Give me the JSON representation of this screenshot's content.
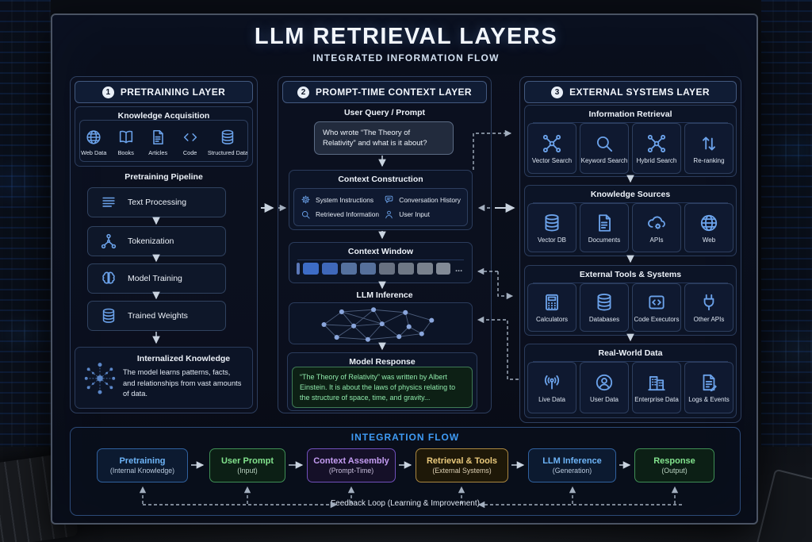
{
  "title": "LLM RETRIEVAL LAYERS",
  "subtitle": "INTEGRATED INFORMATION FLOW",
  "colors": {
    "accent_blue": "#3f9bf5",
    "icon_blue": "#6ba2ea",
    "response_green": "#8fe9ab"
  },
  "pretraining_layer": {
    "badge": "1",
    "title": "PRETRAINING LAYER",
    "knowledge_acquisition": {
      "title": "Knowledge Acquisition",
      "items": [
        {
          "icon": "globe",
          "label": "Web Data"
        },
        {
          "icon": "book",
          "label": "Books"
        },
        {
          "icon": "article",
          "label": "Articles"
        },
        {
          "icon": "code",
          "label": "Code"
        },
        {
          "icon": "database",
          "label": "Structured Data"
        }
      ]
    },
    "pipeline": {
      "title": "Pretraining Pipeline",
      "steps": [
        {
          "icon": "textlines",
          "label": "Text Processing"
        },
        {
          "icon": "tokenize",
          "label": "Tokenization"
        },
        {
          "icon": "brain",
          "label": "Model Training"
        },
        {
          "icon": "database",
          "label": "Trained Weights"
        }
      ]
    },
    "internalized_knowledge": {
      "title": "Internalized Knowledge",
      "description": "The model learns patterns, facts, and relationships from vast amounts of data."
    }
  },
  "prompt_layer": {
    "badge": "2",
    "title": "PROMPT-TIME CONTEXT LAYER",
    "user_query": {
      "title": "User Query / Prompt",
      "text": "Who wrote “The Theory of Relativity” and what is it about?"
    },
    "context_construction": {
      "title": "Context Construction",
      "items": [
        {
          "icon": "gear",
          "label": "System Instructions"
        },
        {
          "icon": "chat",
          "label": "Conversation History"
        },
        {
          "icon": "magnifier",
          "label": "Retrieved Information"
        },
        {
          "icon": "person",
          "label": "User Input"
        }
      ]
    },
    "context_window": {
      "title": "Context Window",
      "ellipsis": "...",
      "tokens": [
        {
          "w": 4,
          "color": "#5b78b8"
        },
        {
          "w": 20,
          "color": "#3d6cc6"
        },
        {
          "w": 20,
          "color": "#3f68ba"
        },
        {
          "w": 20,
          "color": "#55719e"
        },
        {
          "w": 20,
          "color": "#56709b"
        },
        {
          "w": 20,
          "color": "#687181"
        },
        {
          "w": 20,
          "color": "#6f7885"
        },
        {
          "w": 20,
          "color": "#79818d"
        },
        {
          "w": 18,
          "color": "#828a96"
        }
      ]
    },
    "llm_inference": {
      "title": "LLM Inference"
    },
    "model_response": {
      "title": "Model Response",
      "text": "“The Theory of Relativity” was written by Albert Einstein. It is about the laws of physics relating to the structure of space, time, and gravity..."
    }
  },
  "external_layer": {
    "badge": "3",
    "title": "EXTERNAL SYSTEMS LAYER",
    "panels": [
      {
        "title": "Information Retrieval",
        "items": [
          {
            "icon": "vector",
            "label": "Vector Search"
          },
          {
            "icon": "magnifier",
            "label": "Keyword Search"
          },
          {
            "icon": "vector",
            "label": "Hybrid Search"
          },
          {
            "icon": "sort",
            "label": "Re-ranking"
          }
        ]
      },
      {
        "title": "Knowledge Sources",
        "items": [
          {
            "icon": "database",
            "label": "Vector DB"
          },
          {
            "icon": "article",
            "label": "Documents"
          },
          {
            "icon": "cloudgear",
            "label": "APIs"
          },
          {
            "icon": "globe",
            "label": "Web"
          }
        ]
      },
      {
        "title": "External Tools & Systems",
        "items": [
          {
            "icon": "calculator",
            "label": "Calculators"
          },
          {
            "icon": "database",
            "label": "Databases"
          },
          {
            "icon": "codebox",
            "label": "Code Executors"
          },
          {
            "icon": "plug",
            "label": "Other APIs"
          }
        ]
      },
      {
        "title": "Real-World Data",
        "items": [
          {
            "icon": "antenna",
            "label": "Live Data"
          },
          {
            "icon": "personcircle",
            "label": "User Data"
          },
          {
            "icon": "buildings",
            "label": "Enterprise Data"
          },
          {
            "icon": "logdoc",
            "label": "Logs & Events"
          }
        ]
      }
    ]
  },
  "integration_flow": {
    "title": "INTEGRATION FLOW",
    "boxes": [
      {
        "title": "Pretraining",
        "subtitle": "(Internal Knowledge)",
        "color": "blue"
      },
      {
        "title": "User Prompt",
        "subtitle": "(Input)",
        "color": "green"
      },
      {
        "title": "Context Assembly",
        "subtitle": "(Prompt-Time)",
        "color": "purple"
      },
      {
        "title": "Retrieval & Tools",
        "subtitle": "(External Systems)",
        "color": "gold"
      },
      {
        "title": "LLM Inference",
        "subtitle": "(Generation)",
        "color": "blue"
      },
      {
        "title": "Response",
        "subtitle": "(Output)",
        "color": "green"
      }
    ],
    "feedback_label": "Feedback Loop (Learning & Improvement)"
  }
}
